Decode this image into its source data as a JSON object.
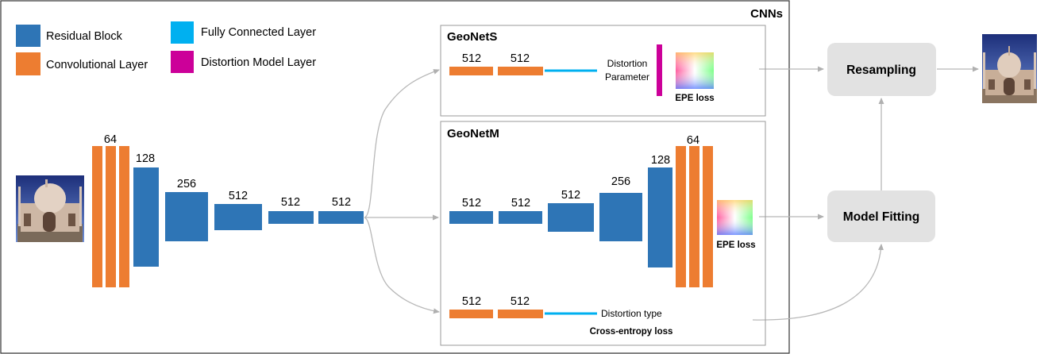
{
  "colors": {
    "residual_block": "#2e75b6",
    "conv_layer": "#ed7d31",
    "fc_layer": "#00b0f0",
    "distortion_layer": "#cc0099",
    "process_box": "#e2e2e2",
    "arrow": "#b8b8b8",
    "frame": "#333333"
  },
  "legend": {
    "residual_block": "Residual Block",
    "conv_layer": "Convolutional Layer",
    "fc_layer": "Fully Connected Layer",
    "distortion_layer": "Distortion Model Layer"
  },
  "cnn_label": "CNNs",
  "encoder": {
    "labels": [
      "64",
      "128",
      "256",
      "512",
      "512",
      "512"
    ]
  },
  "geonets": {
    "title": "GeoNetS",
    "conv_labels": [
      "512",
      "512"
    ],
    "distortion_param": [
      "Distortion",
      "Parameter"
    ],
    "loss": "EPE loss"
  },
  "geonetm": {
    "title": "GeoNetM",
    "decoder_labels": [
      "512",
      "512",
      "512",
      "256",
      "128",
      "64"
    ],
    "loss": "EPE loss",
    "cls_labels": [
      "512",
      "512"
    ],
    "distortion_type": "Distortion type",
    "cls_loss": "Cross-entropy loss"
  },
  "boxes": {
    "resampling": "Resampling",
    "model_fitting": "Model Fitting"
  },
  "images": {
    "input": "distorted-taj-mahal-photo",
    "output": "corrected-taj-mahal-photo",
    "flow": "flow-field-color-map"
  }
}
